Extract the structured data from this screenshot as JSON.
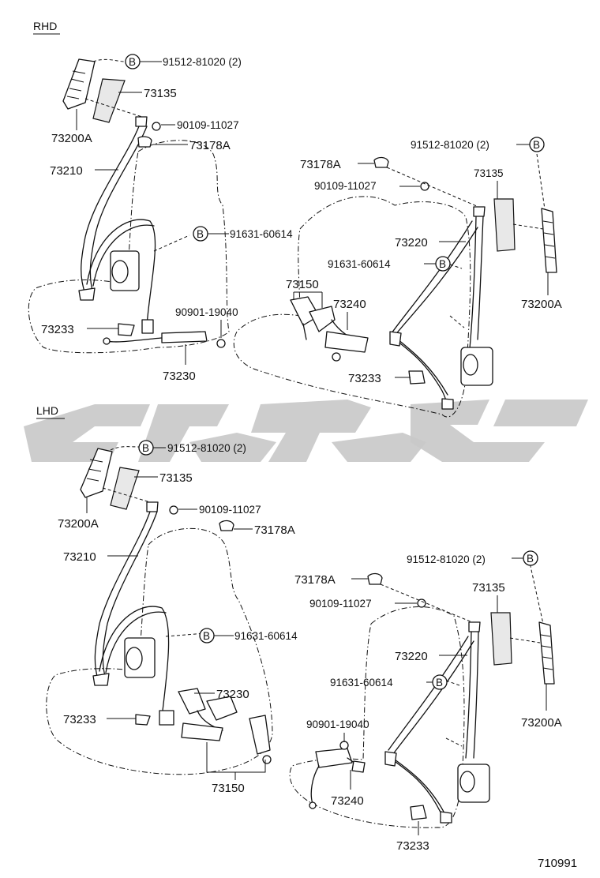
{
  "sections": {
    "rhd": "RHD",
    "lhd": "LHD"
  },
  "circle_ref": "B",
  "diagram_id": "710991",
  "rhd": {
    "bolt_long": "91512-81020 (2)",
    "cover": "73135",
    "anchor_adj": "73200A",
    "bolt_short": "90109-11027",
    "guide": "73178A",
    "belt_front_outer": "73210",
    "bolt_retractor": "91631-60614",
    "bolt_buckle": "90901-19040",
    "cover_small": "73233",
    "buckle": "73230",
    "r_bolt_long": "91512-81020 (2)",
    "r_guide": "73178A",
    "r_bolt_short": "90109-11027",
    "r_cover": "73135",
    "r_belt": "73220",
    "r_bolt_retractor": "91631-60614",
    "r_anchor_adj": "73200A",
    "r_buckle_set": "73150",
    "r_buckle_inner": "73240",
    "r_cover_small": "73233"
  },
  "lhd": {
    "bolt_long": "91512-81020 (2)",
    "cover": "73135",
    "anchor_adj": "73200A",
    "bolt_short": "90109-11027",
    "guide": "73178A",
    "belt_front_outer": "73210",
    "bolt_retractor": "91631-60614",
    "buckle": "73230",
    "cover_small": "73233",
    "buckle_set": "73150",
    "r_guide": "73178A",
    "r_bolt_long": "91512-81020 (2)",
    "r_bolt_short": "90109-11027",
    "r_cover": "73135",
    "r_belt": "73220",
    "r_bolt_retractor": "91631-60614",
    "r_anchor_adj": "73200A",
    "r_bolt_buckle": "90901-19040",
    "r_buckle_inner": "73240",
    "r_cover_small": "73233"
  }
}
